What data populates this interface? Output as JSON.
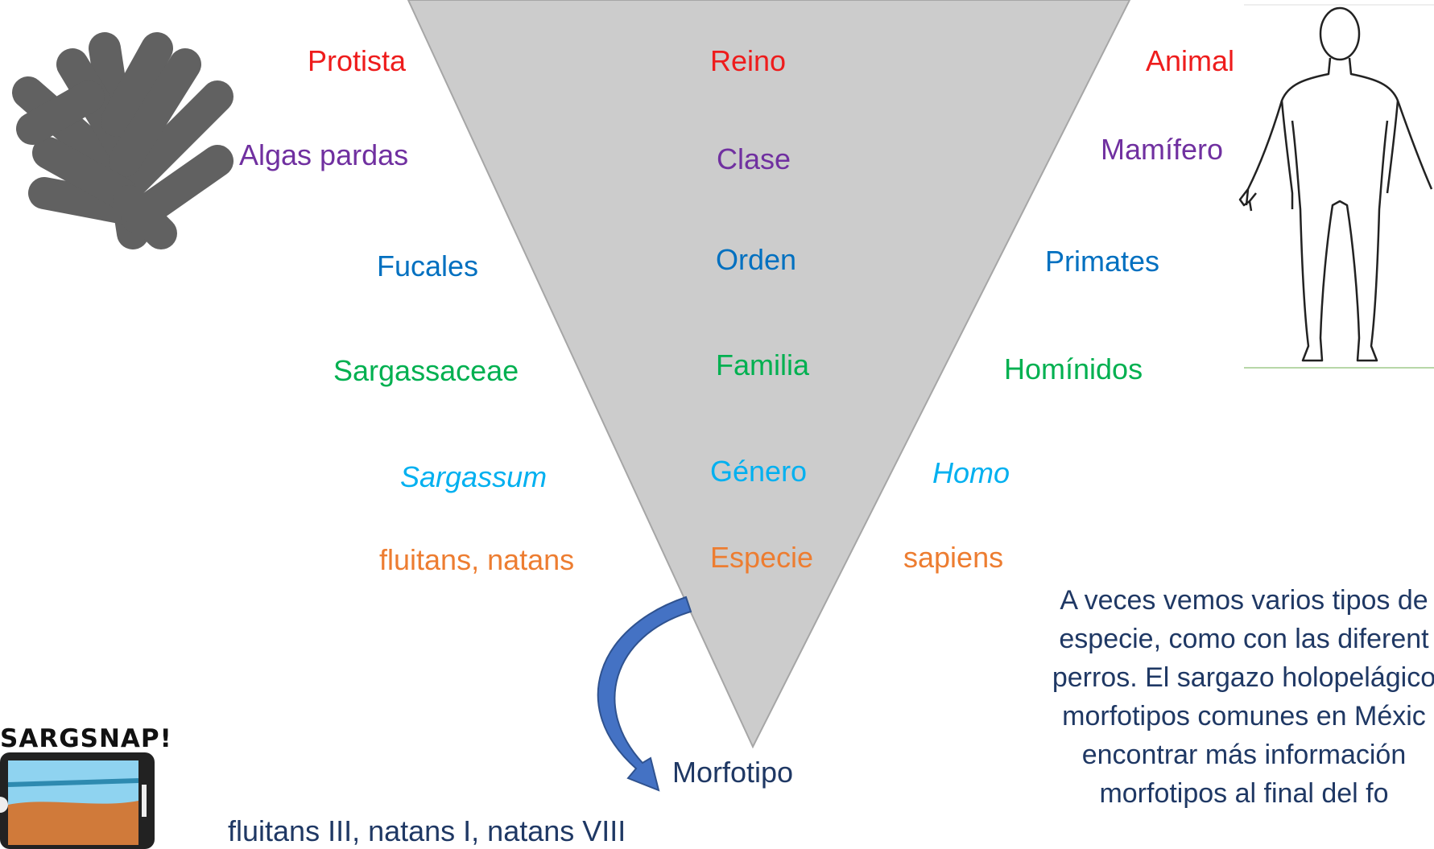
{
  "pyramid": {
    "ranks": [
      "Reino",
      "Clase",
      "Orden",
      "Familia",
      "Género",
      "Especie"
    ],
    "morphotype_label": "Morfotipo"
  },
  "sargassum": {
    "reino": "Protista",
    "clase": "Algas pardas",
    "orden": "Fucales",
    "familia": "Sargassaceae",
    "genero": "Sargassum",
    "especie": "fluitans, natans",
    "morfotipos": "fluitans III, natans I, natans VIII"
  },
  "human": {
    "reino": "Animal",
    "clase": "Mamífero",
    "orden": "Primates",
    "familia": "Homínidos",
    "genero": "Homo",
    "especie": "sapiens"
  },
  "note": {
    "lines": [
      "A veces vemos varios tipos de",
      "especie, como con las diferent",
      "perros. El sargazo holopelágico",
      "morfotipos comunes en Méxic",
      "encontrar más información",
      "morfotipos al final del fo"
    ]
  },
  "logo": {
    "text": "SARGSNAP!"
  },
  "colors": {
    "reino": "#ee1c1c",
    "clase": "#7030a0",
    "orden": "#0070c0",
    "familia": "#00b050",
    "genero": "#00b0f0",
    "especie": "#ed7d31",
    "triangle": "#cccccc",
    "arrow": "#4472c4"
  }
}
